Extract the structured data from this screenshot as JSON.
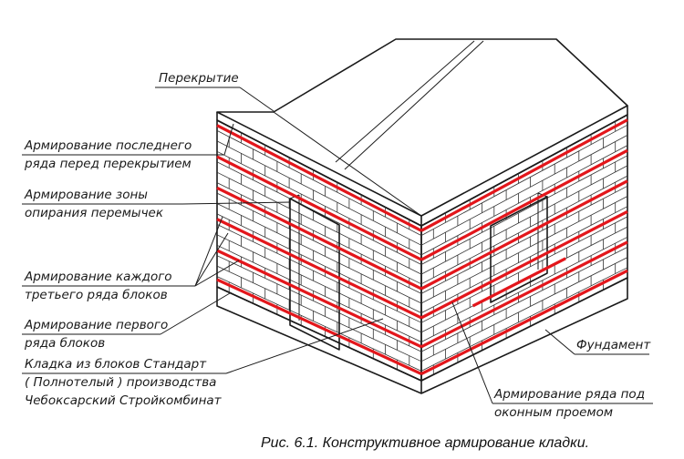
{
  "labels": {
    "slab": "Перекрытие",
    "reinf_last_1": "Армирование последнего",
    "reinf_last_2": "ряда перед перекрытием",
    "reinf_lintel_1": "Армирование зоны",
    "reinf_lintel_2": "опирания перемычек",
    "reinf_third_1": "Армирование каждого",
    "reinf_third_2": "третьего ряда блоков",
    "reinf_first_1": "Армирование первого",
    "reinf_first_2": "ряда блоков",
    "masonry_1": "Кладка из блоков Стандарт",
    "masonry_2": "( Полнотелый ) производства",
    "masonry_3": "Чебоксарский Стройкомбинат",
    "foundation": "Фундамент",
    "reinf_window_1": "Армирование ряда под",
    "reinf_window_2": "оконным проемом"
  },
  "caption": "Рис. 6.1. Конструктивное армирование кладки.",
  "colors": {
    "reinforcement": "#e3161b",
    "lines": "#1a1a1a",
    "background": "#ffffff"
  }
}
